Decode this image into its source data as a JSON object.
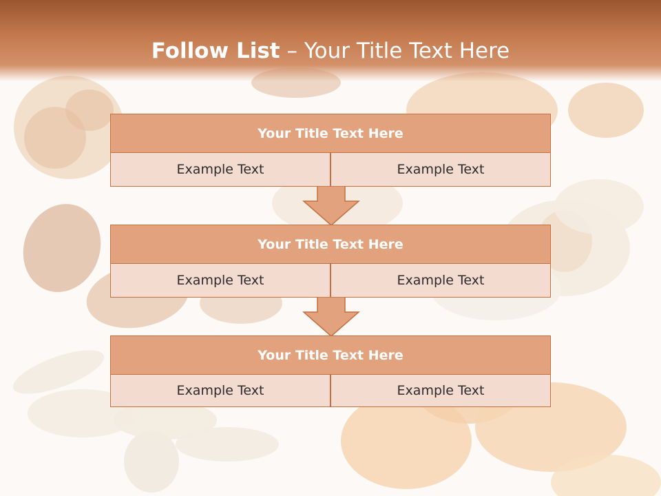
{
  "slide": {
    "title_bold": "Follow List",
    "title_rest": " – Your Title Text Here"
  },
  "steps": [
    {
      "title": "Your Title Text Here",
      "left": "Example Text",
      "right": "Example Text"
    },
    {
      "title": "Your Title Text Here",
      "left": "Example Text",
      "right": "Example Text"
    },
    {
      "title": "Your Title Text Here",
      "left": "Example Text",
      "right": "Example Text"
    }
  ],
  "colors": {
    "header": "#c57a4e",
    "box_title": "#e2a27e",
    "box_cell": "#f3dccf",
    "border": "#c46f3e"
  }
}
